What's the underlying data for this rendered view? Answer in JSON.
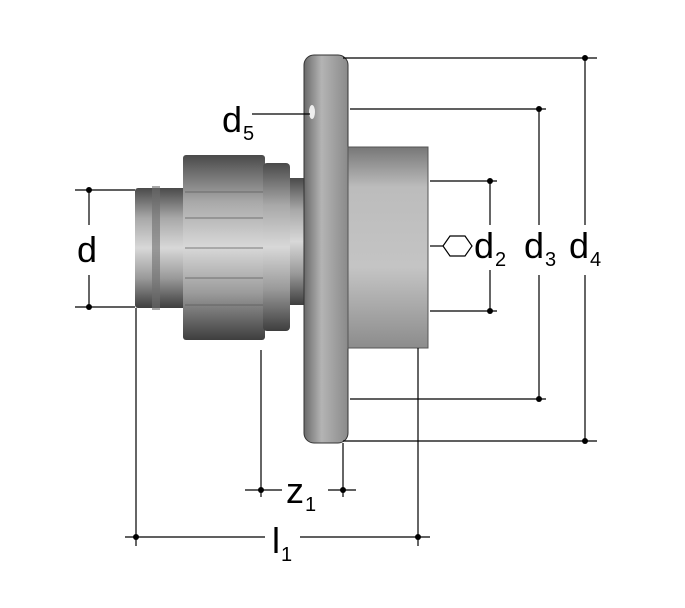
{
  "diagram": {
    "title": "Flange adapter fitting dimensions",
    "labels": {
      "d": {
        "main": "d",
        "sub": ""
      },
      "d2": {
        "main": "d",
        "sub": "2"
      },
      "d3": {
        "main": "d",
        "sub": "3"
      },
      "d4": {
        "main": "d",
        "sub": "4"
      },
      "d5": {
        "main": "d",
        "sub": "5"
      },
      "z1": {
        "main": "z",
        "sub": "1"
      },
      "l1": {
        "main": "l",
        "sub": "1"
      }
    },
    "colors": {
      "line": "#000000",
      "metal_light": "#c8c8c8",
      "metal_mid": "#a0a0a0",
      "metal_dark": "#5a5a5a"
    }
  }
}
